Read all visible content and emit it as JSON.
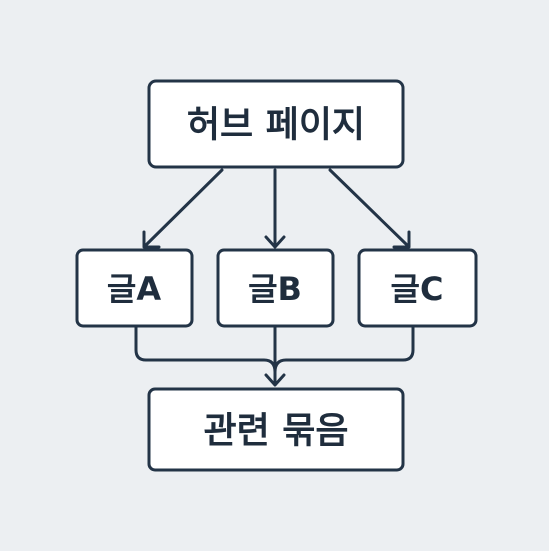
{
  "diagram": {
    "hub": {
      "label": "허브 페이지"
    },
    "articles": [
      {
        "label": "글A"
      },
      {
        "label": "글B"
      },
      {
        "label": "글C"
      }
    ],
    "collection": {
      "label": "관련 묶음"
    },
    "edges": [
      {
        "from": "허브 페이지",
        "to": "글A"
      },
      {
        "from": "허브 페이지",
        "to": "글B"
      },
      {
        "from": "허브 페이지",
        "to": "글C"
      },
      {
        "from": "글A",
        "to": "관련 묶음"
      },
      {
        "from": "글B",
        "to": "관련 묶음"
      },
      {
        "from": "글C",
        "to": "관련 묶음"
      }
    ]
  },
  "colors": {
    "background": "#eceff2",
    "box_fill": "#ffffff",
    "stroke": "#233447",
    "text": "#1f2d3d"
  }
}
